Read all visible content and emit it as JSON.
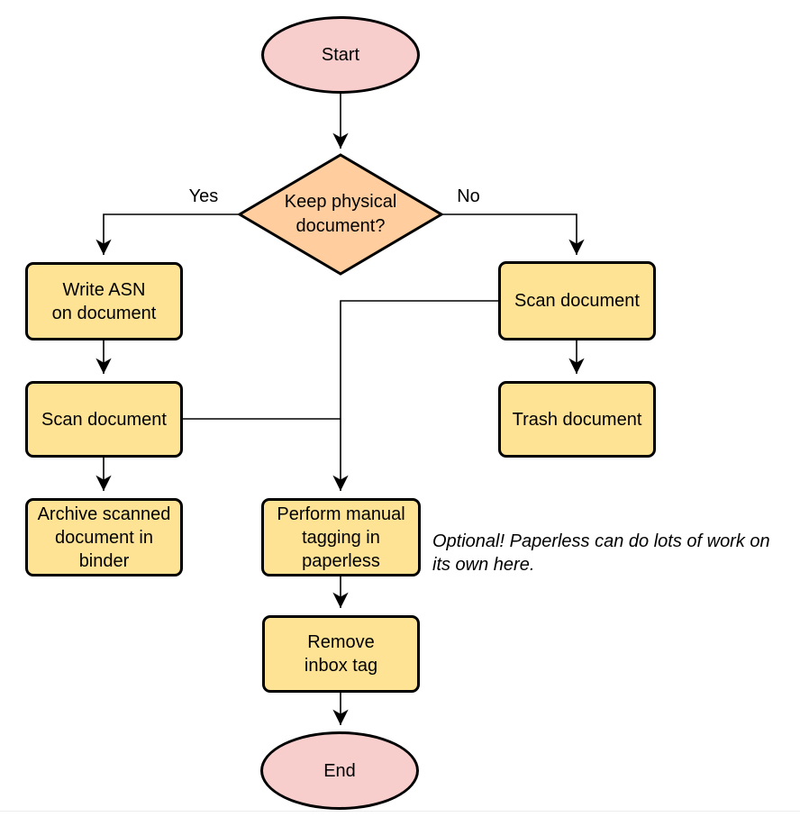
{
  "diagram": {
    "type": "flowchart",
    "colors": {
      "process_fill": "#FFE394",
      "decision_fill": "#FFCD9E",
      "terminal_fill": "#F8CECC",
      "stroke": "#000000"
    },
    "nodes": {
      "start": {
        "label": "Start",
        "type": "terminal"
      },
      "decision": {
        "label": "Keep physical\ndocument?",
        "type": "decision"
      },
      "write_asn": {
        "label": "Write ASN\non document",
        "type": "process"
      },
      "scan_left": {
        "label": "Scan document",
        "type": "process"
      },
      "archive": {
        "label": "Archive scanned\ndocument in\nbinder",
        "type": "process"
      },
      "scan_right": {
        "label": "Scan document",
        "type": "process"
      },
      "trash": {
        "label": "Trash document",
        "type": "process"
      },
      "tagging": {
        "label": "Perform manual\ntagging in\npaperless",
        "type": "process"
      },
      "remove_inbox": {
        "label": "Remove\ninbox tag",
        "type": "process"
      },
      "end": {
        "label": "End",
        "type": "terminal"
      }
    },
    "edge_labels": {
      "yes": "Yes",
      "no": "No"
    },
    "annotation": "Optional! Paperless can do lots of work on\nits own here.",
    "edges": [
      "Start -> Keep physical document?",
      "Keep physical document? -(Yes)-> Write ASN on document",
      "Keep physical document? -(No)-> Scan document (right)",
      "Write ASN on document -> Scan document (left)",
      "Scan document (left) -> Archive scanned document in binder",
      "Scan document (right) -> Trash document",
      "Scan document (left) -> Perform manual tagging in paperless",
      "Scan document (right) -> Perform manual tagging in paperless",
      "Perform manual tagging in paperless -> Remove inbox tag",
      "Remove inbox tag -> End"
    ]
  }
}
